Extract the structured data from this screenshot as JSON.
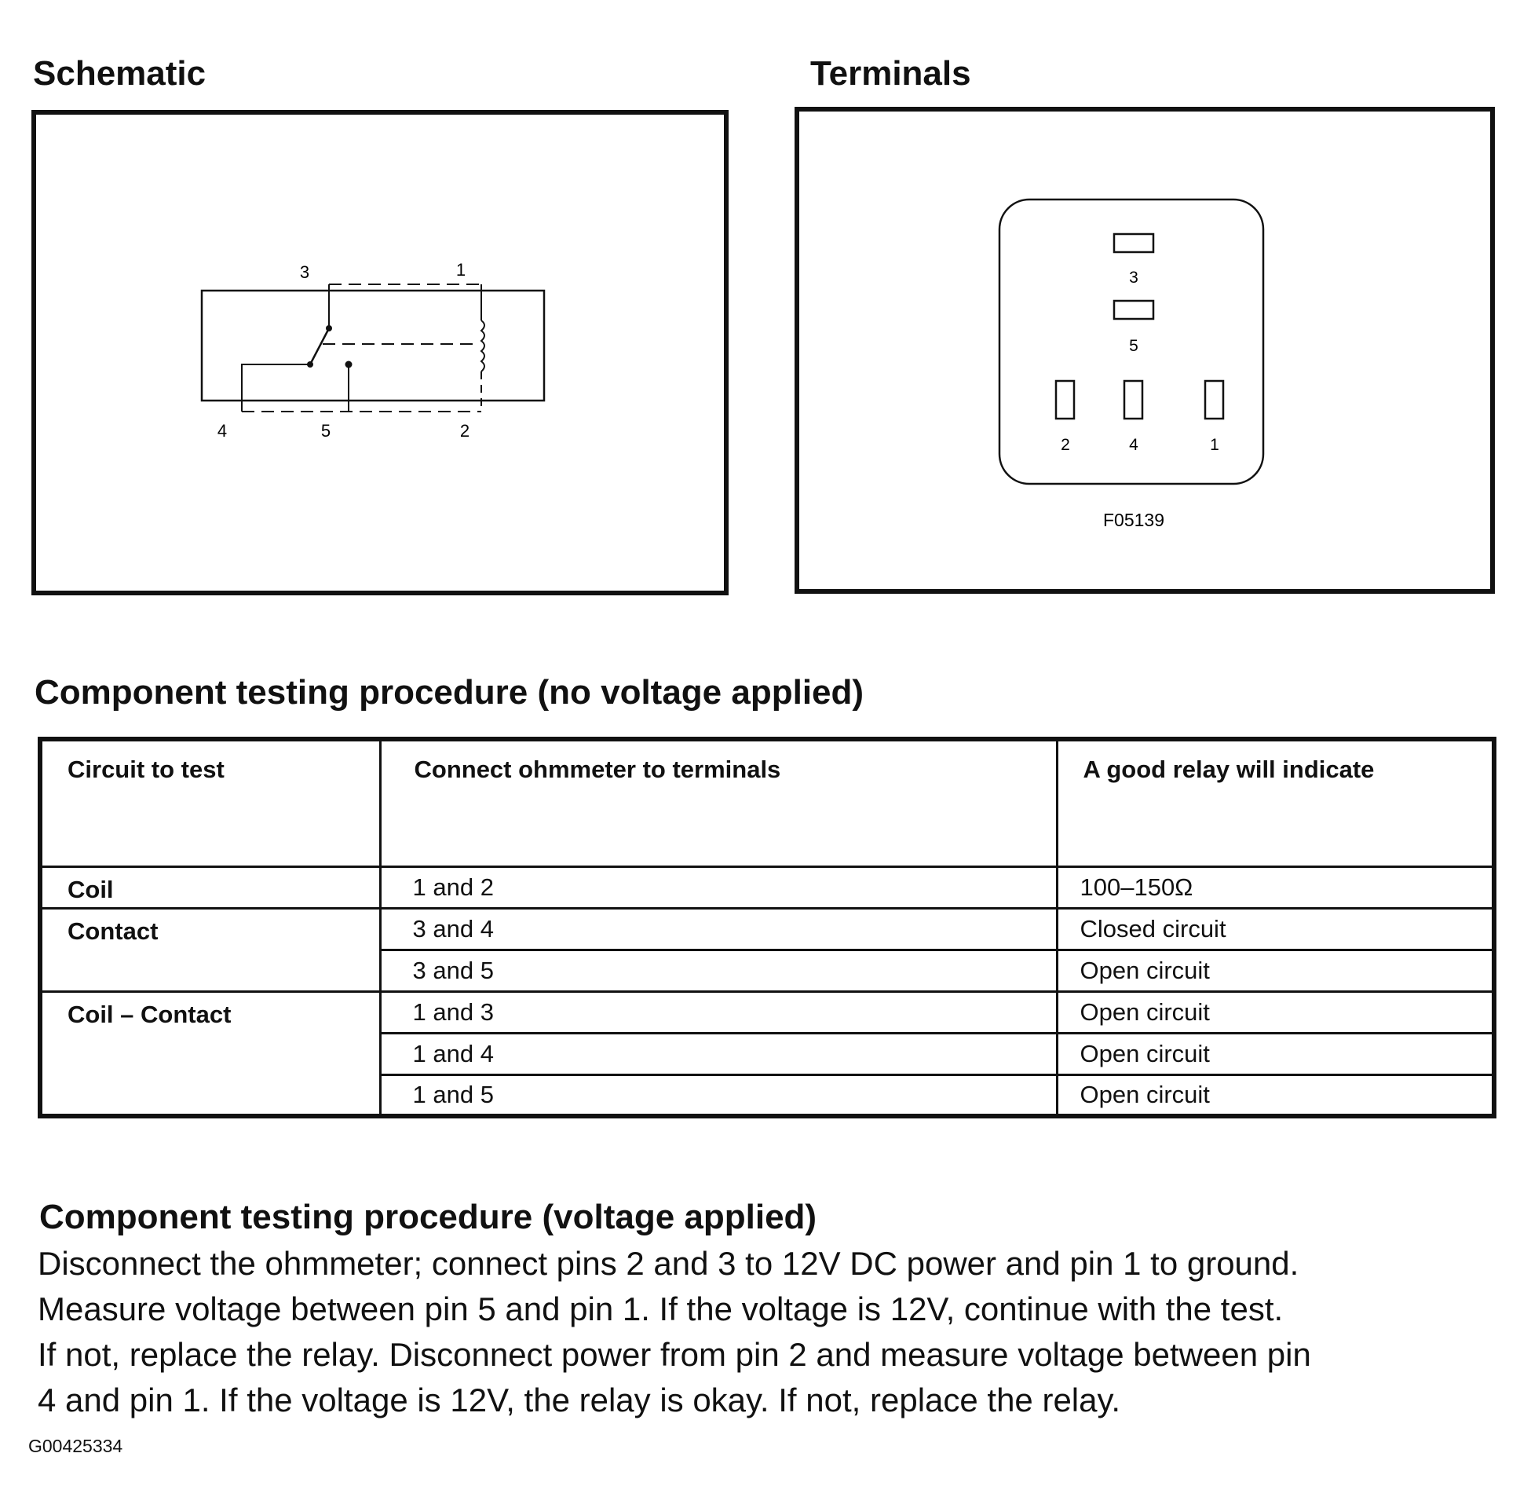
{
  "schematic": {
    "title": "Schematic",
    "terminal_labels": {
      "t1": "1",
      "t2": "2",
      "t3": "3",
      "t4": "4",
      "t5": "5"
    }
  },
  "terminals": {
    "title": "Terminals",
    "pin_labels": {
      "p1": "1",
      "p2": "2",
      "p3": "3",
      "p4": "4",
      "p5": "5"
    },
    "figure_code": "F05139"
  },
  "no_voltage": {
    "title": "Component testing procedure (no voltage applied)",
    "headers": [
      "Circuit to test",
      "Connect ohmmeter to terminals",
      "A good relay will indicate"
    ],
    "groups": [
      {
        "circuit": "Coil",
        "rows": [
          {
            "terminals": "1 and 2",
            "result": "100–150Ω"
          }
        ]
      },
      {
        "circuit": "Contact",
        "rows": [
          {
            "terminals": "3 and 4",
            "result": "Closed circuit"
          },
          {
            "terminals": "3 and 5",
            "result": "Open circuit"
          }
        ]
      },
      {
        "circuit": "Coil – Contact",
        "rows": [
          {
            "terminals": "1 and 3",
            "result": "Open circuit"
          },
          {
            "terminals": "1 and 4",
            "result": "Open circuit"
          },
          {
            "terminals": "1 and 5",
            "result": "Open circuit"
          }
        ]
      }
    ]
  },
  "voltage": {
    "title": "Component testing procedure (voltage applied)",
    "lines": [
      "Disconnect the ohmmeter; connect pins 2 and 3 to 12V DC power and pin 1 to ground.",
      "Measure voltage between pin 5 and pin 1. If the voltage is 12V, continue with the test.",
      "If not, replace the relay.  Disconnect power from pin 2 and measure voltage between pin",
      "4 and pin 1. If the voltage is 12V, the relay is okay. If not, replace the relay."
    ]
  },
  "figure_id": "G00425334"
}
